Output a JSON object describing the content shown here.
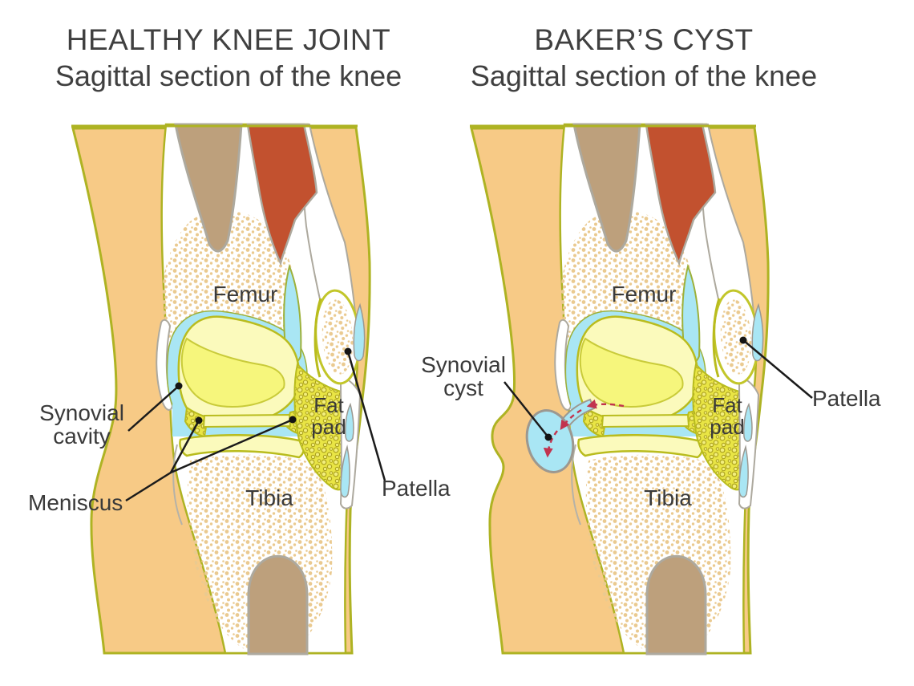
{
  "titles": {
    "left": {
      "line1": "HEALTHY KNEE JOINT",
      "line2": "Sagittal section of the knee"
    },
    "right": {
      "line1": "BAKER’S CYST",
      "line2": "Sagittal section of the knee"
    }
  },
  "panels": [
    {
      "id": "healthy-knee",
      "anatomy_labels": {
        "femur": "Femur",
        "fat_pad": "Fat pad",
        "tibia": "Tibia"
      },
      "callouts": {
        "synovial_cavity": "Synovial cavity",
        "meniscus": "Meniscus",
        "patella": "Patella"
      }
    },
    {
      "id": "bakers-cyst-knee",
      "anatomy_labels": {
        "femur": "Femur",
        "fat_pad": "Fat pad",
        "tibia": "Tibia"
      },
      "callouts": {
        "synovial_cyst": "Synovial cyst",
        "patella": "Patella"
      }
    }
  ],
  "colors": {
    "skin": "#F7CA86",
    "outline_olive": "#AEB323",
    "bone_shaft_brown": "#BDA07C",
    "muscle_red": "#C2512F",
    "synovial_blue": "#A9E6F4",
    "cartilage_pale": "#FBFABC",
    "cartilage_bright": "#F6F67C",
    "cartilage_border": "#B9BC1E",
    "fat_pad_yellow": "#E9E545",
    "bone_stipple": "#EACA90",
    "cyst_blue": "#A9E6F4",
    "flow_arrow_red": "#C2334E",
    "capsule_gray": "#ADA99E",
    "leader_line": "#1b1b1b",
    "text": "#3c3c3c"
  }
}
